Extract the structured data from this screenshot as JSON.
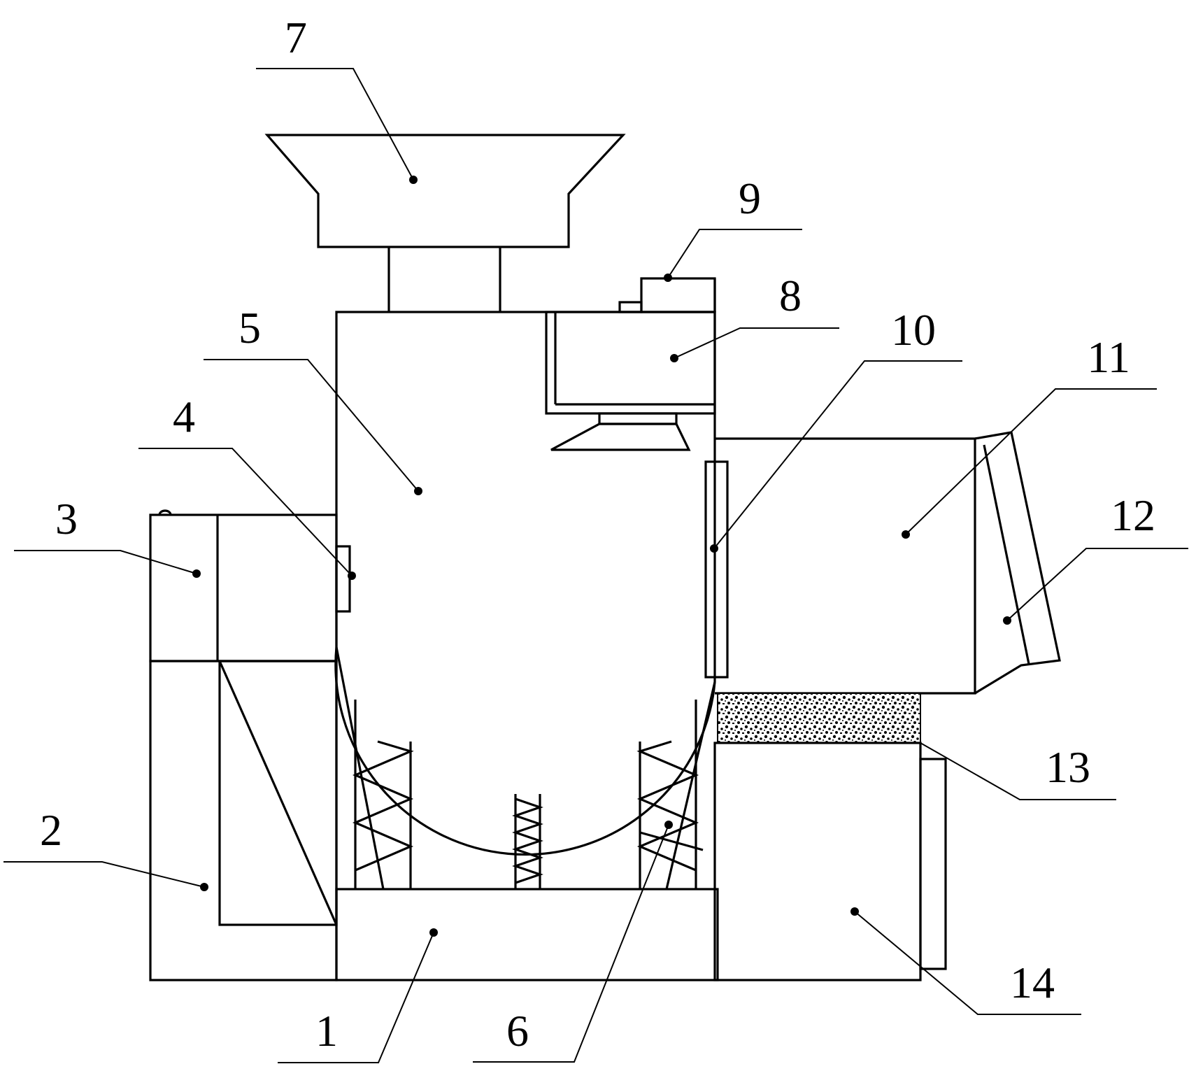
{
  "labels": [
    {
      "id": "part-1",
      "text": "1"
    },
    {
      "id": "part-2",
      "text": "2"
    },
    {
      "id": "part-3",
      "text": "3"
    },
    {
      "id": "part-4",
      "text": "4"
    },
    {
      "id": "part-5",
      "text": "5"
    },
    {
      "id": "part-6",
      "text": "6"
    },
    {
      "id": "part-7",
      "text": "7"
    },
    {
      "id": "part-8",
      "text": "8"
    },
    {
      "id": "part-9",
      "text": "9"
    },
    {
      "id": "part-10",
      "text": "10"
    },
    {
      "id": "part-11",
      "text": "11"
    },
    {
      "id": "part-12",
      "text": "12"
    },
    {
      "id": "part-13",
      "text": "13"
    },
    {
      "id": "part-14",
      "text": "14"
    }
  ]
}
